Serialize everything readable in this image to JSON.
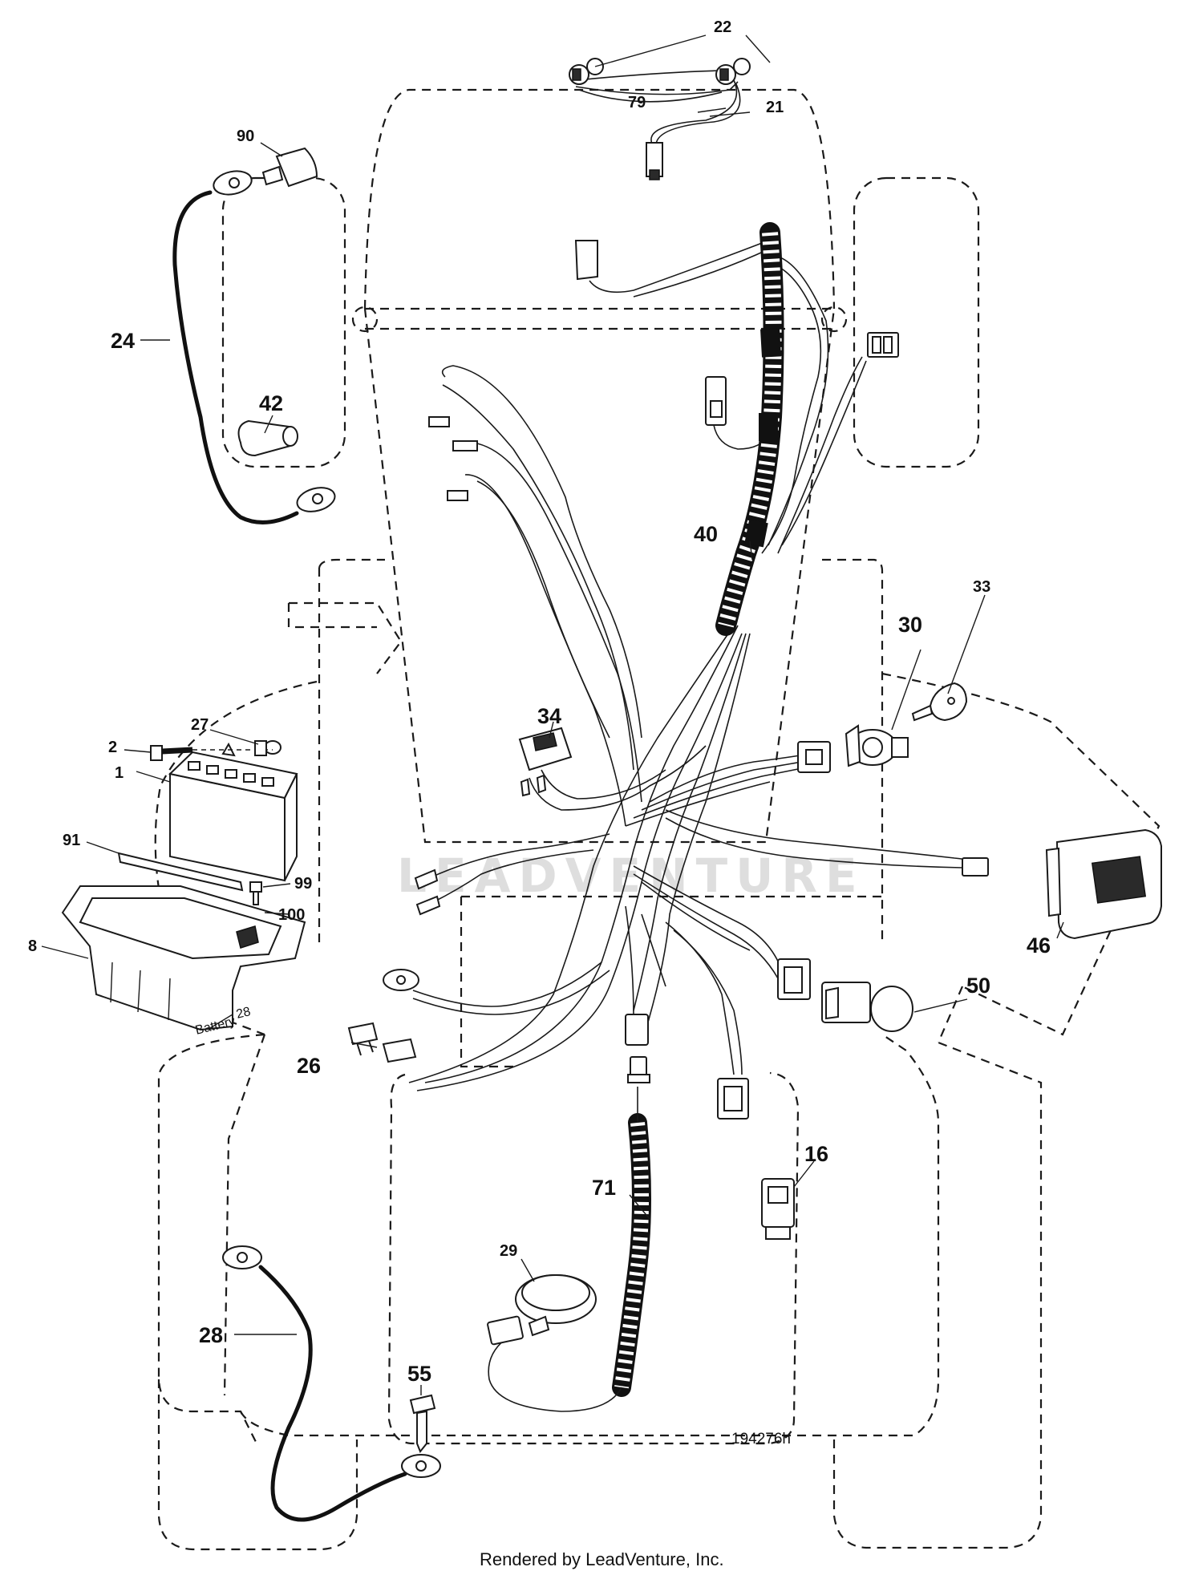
{
  "diagram": {
    "drawing_number": "194276h",
    "footer": "Rendered by LeadVenture, Inc.",
    "watermark": "LEADVENTURE",
    "battery_tag": "Battery",
    "callouts": [
      {
        "id": "c1",
        "label": "1"
      },
      {
        "id": "c2",
        "label": "2"
      },
      {
        "id": "c8",
        "label": "8"
      },
      {
        "id": "c16",
        "label": "16"
      },
      {
        "id": "c21",
        "label": "21"
      },
      {
        "id": "c22",
        "label": "22"
      },
      {
        "id": "c24",
        "label": "24"
      },
      {
        "id": "c26",
        "label": "26"
      },
      {
        "id": "c27",
        "label": "27"
      },
      {
        "id": "c28a",
        "label": "28"
      },
      {
        "id": "c28b",
        "label": "28"
      },
      {
        "id": "c29",
        "label": "29"
      },
      {
        "id": "c30",
        "label": "30"
      },
      {
        "id": "c33",
        "label": "33"
      },
      {
        "id": "c34",
        "label": "34"
      },
      {
        "id": "c40",
        "label": "40"
      },
      {
        "id": "c42",
        "label": "42"
      },
      {
        "id": "c46",
        "label": "46"
      },
      {
        "id": "c50",
        "label": "50"
      },
      {
        "id": "c55",
        "label": "55"
      },
      {
        "id": "c71",
        "label": "71"
      },
      {
        "id": "c79",
        "label": "79"
      },
      {
        "id": "c90",
        "label": "90"
      },
      {
        "id": "c91",
        "label": "91"
      },
      {
        "id": "c99",
        "label": "99"
      },
      {
        "id": "c100",
        "label": "100"
      }
    ]
  }
}
